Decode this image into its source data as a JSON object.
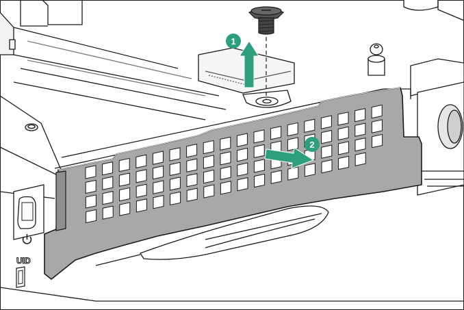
{
  "steps": [
    {
      "number": "1",
      "action": "lift"
    },
    {
      "number": "2",
      "action": "slide"
    }
  ],
  "labels": {
    "uid": "UID"
  },
  "icons": {
    "screw": "screw-icon",
    "power": "power-icon",
    "arrow_up": "arrow-up-icon",
    "arrow_right": "arrow-right-icon"
  },
  "colors": {
    "accent": "#2d9f7f",
    "blank_fill": "#a8a8a8",
    "line": "#1a1a1a",
    "chassis": "#ffffff",
    "light_gray": "#e6e6e6"
  }
}
